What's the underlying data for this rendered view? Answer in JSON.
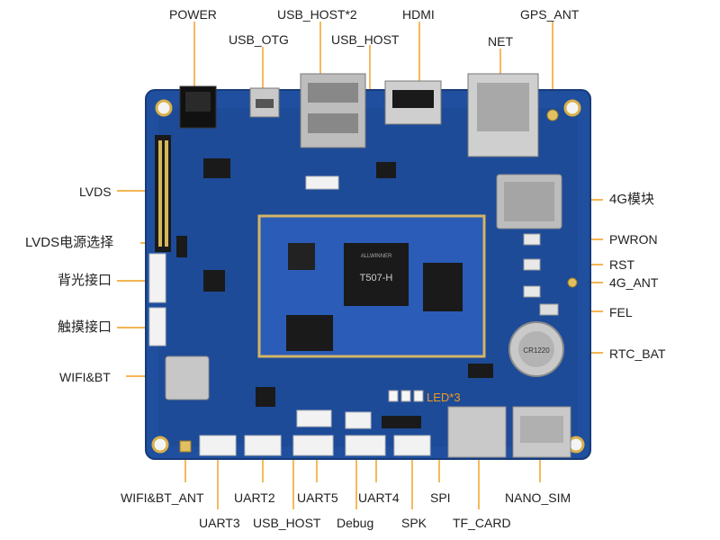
{
  "colors": {
    "pcb": "#1f4f9e",
    "pcb_dark": "#183f82",
    "leader": "#f29b1a",
    "text": "#222222"
  },
  "board": {
    "soc_chip_text": "T507-H",
    "soc_brand": "ALLWINNER",
    "rtc_cell_text": "CR1220"
  },
  "callouts": {
    "top": [
      "POWER",
      "USB_OTG",
      "USB_HOST*2",
      "USB_HOST",
      "HDMI",
      "NET",
      "GPS_ANT"
    ],
    "left": [
      "LVDS",
      "LVDS电源选择",
      "背光接口",
      "触摸接口",
      "WIFI&BT"
    ],
    "right": [
      "4G模块",
      "PWRON",
      "RST",
      "4G_ANT",
      "FEL",
      "RTC_BAT"
    ],
    "bottom": [
      "WIFI&BT_ANT",
      "UART2",
      "UART5",
      "UART4",
      "SPI",
      "NANO_SIM",
      "UART3",
      "USB_HOST",
      "Debug",
      "SPK",
      "TF_CARD"
    ],
    "leds": "LED*3"
  }
}
